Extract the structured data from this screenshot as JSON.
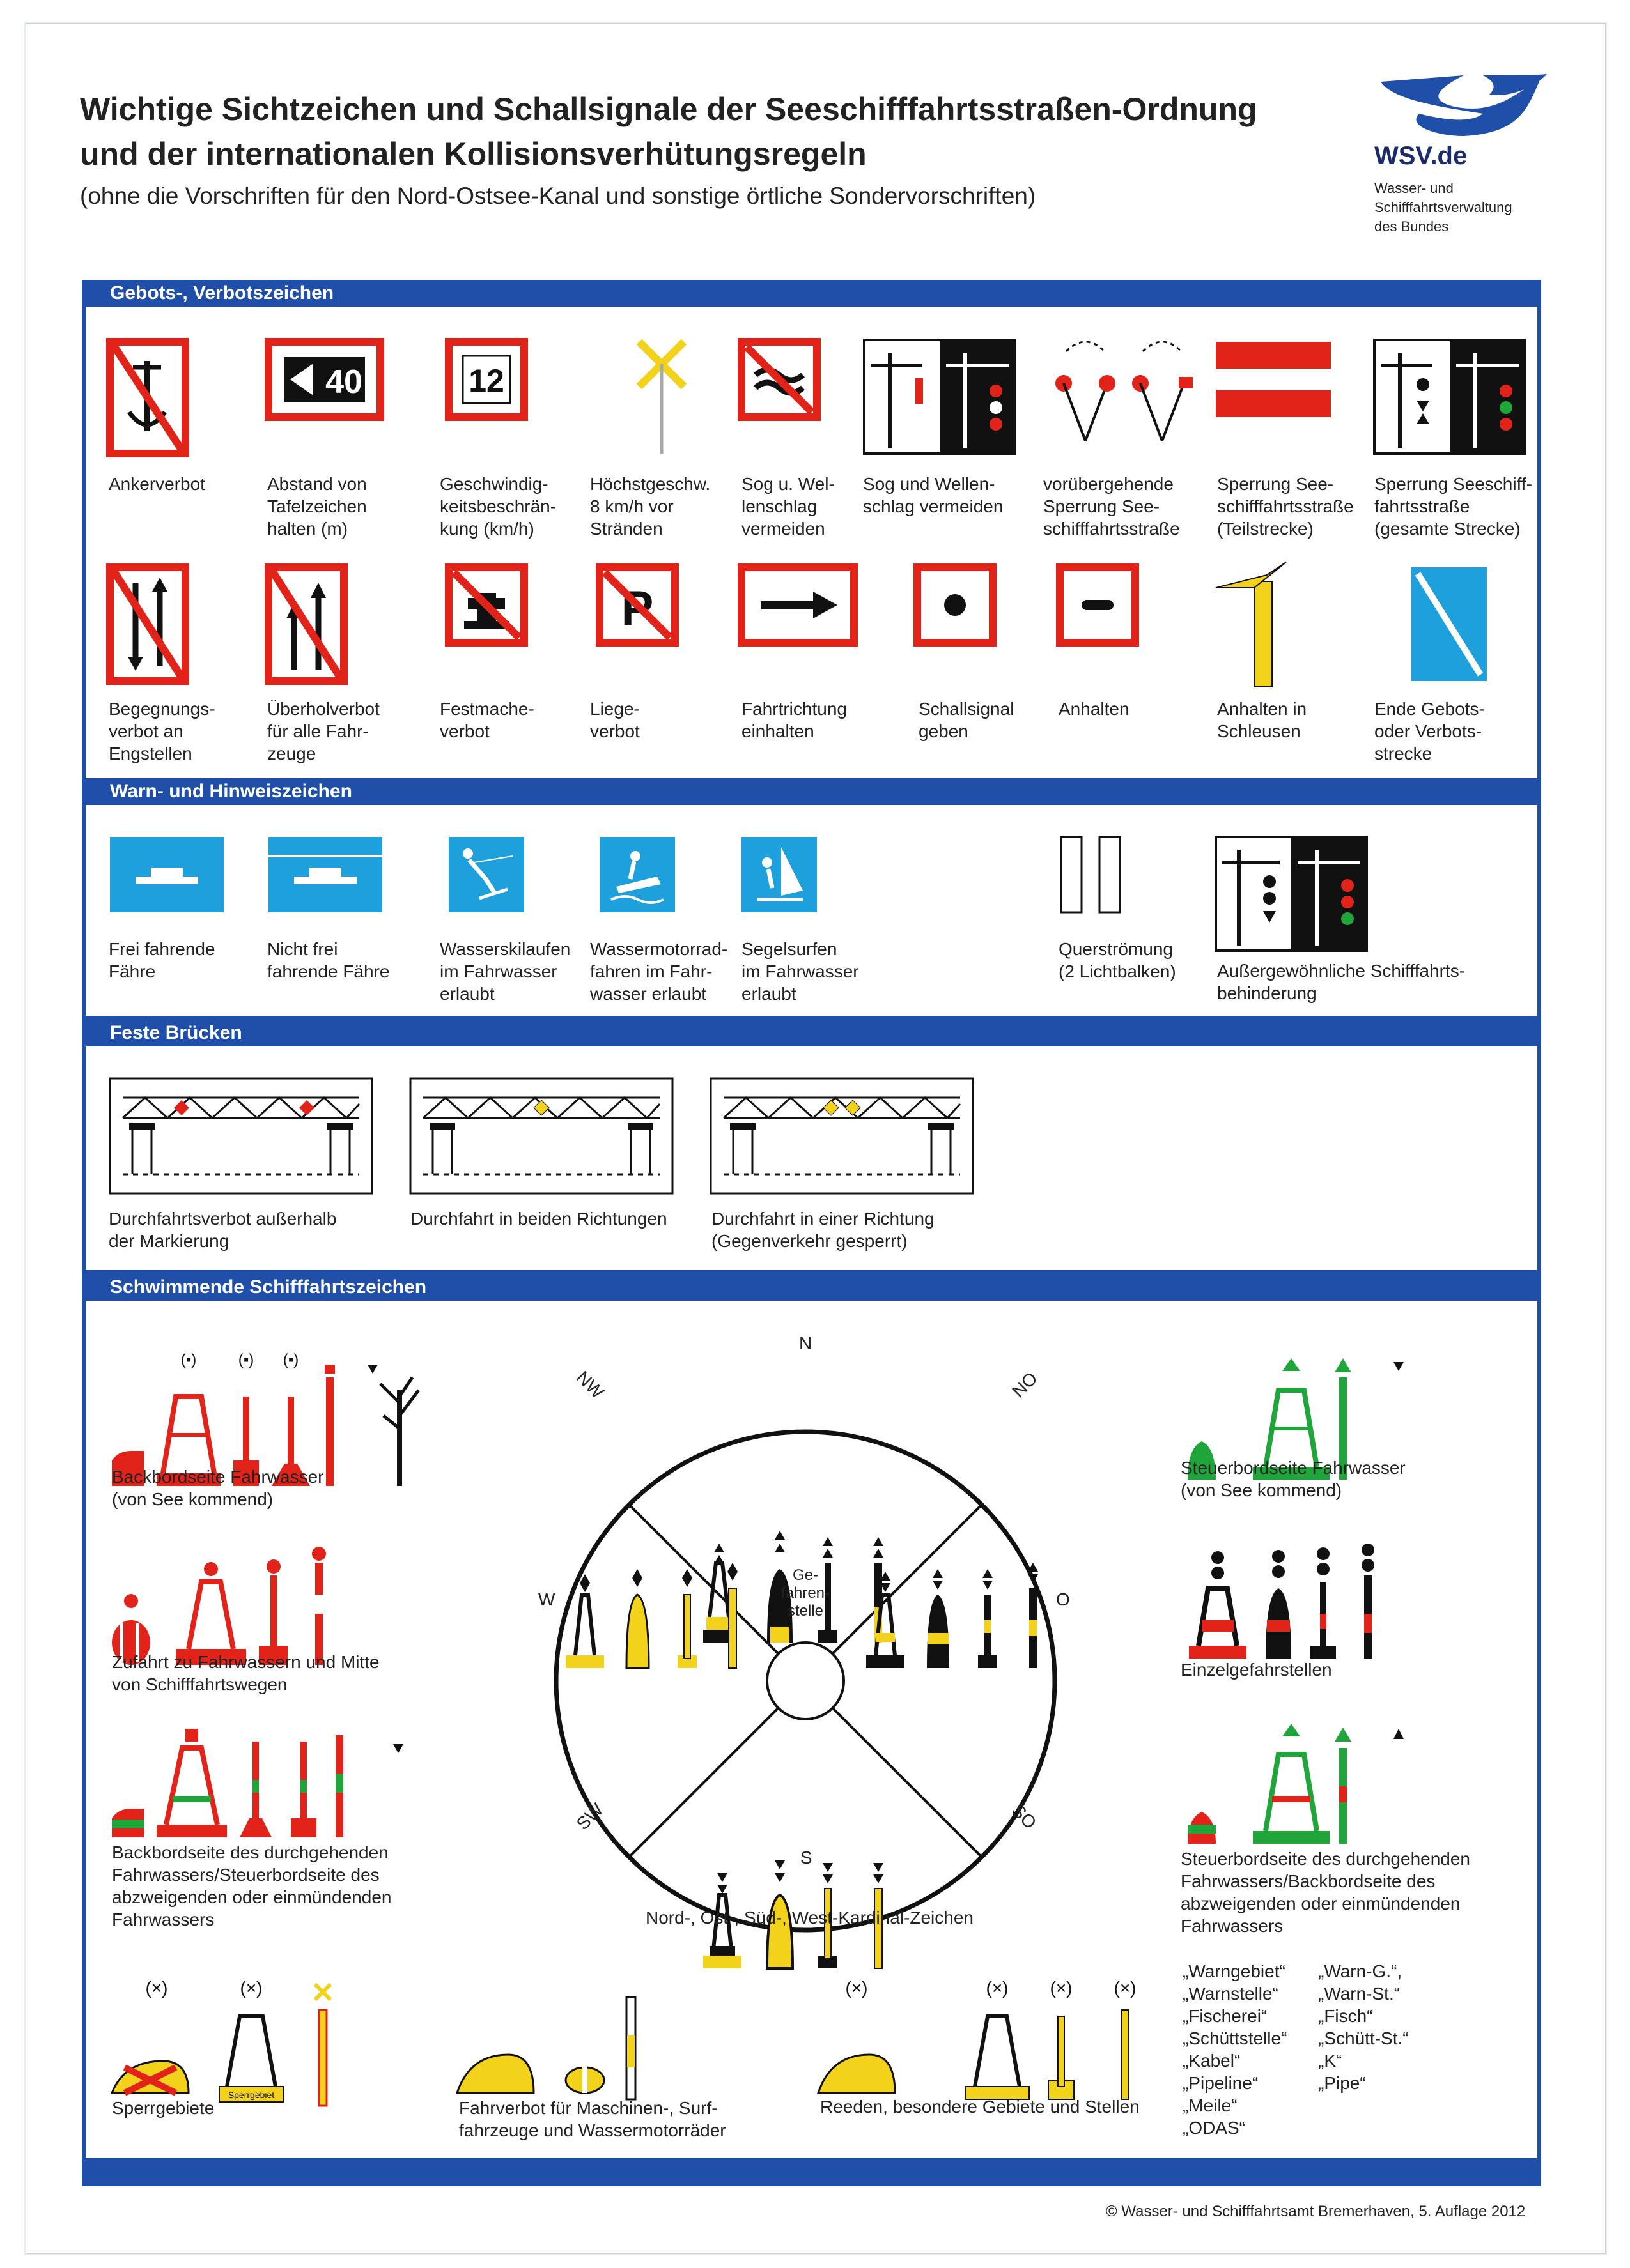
{
  "header": {
    "title_line1": "Wichtige Sichtzeichen und Schallsignale der Seeschifffahrtsstraßen-Ordnung",
    "title_line2": "und der internationalen Kollisionsverhütungsregeln",
    "subtitle": "(ohne die Vorschriften für den Nord-Ostsee-Kanal und sonstige örtliche Sondervorschriften)"
  },
  "logo": {
    "name": "WSV.de",
    "sub1": "Wasser- und",
    "sub2": "Schifffahrtsverwaltung",
    "sub3": "des Bundes"
  },
  "sections": {
    "gebots": "Gebots-, Verbotszeichen",
    "warn": "Warn- und Hinweiszeichen",
    "bruecken": "Feste Brücken",
    "schwimm": "Schwimmende Schifffahrtszeichen"
  },
  "gebots_row1": [
    {
      "l1": "Ankerverbot",
      "l2": "",
      "l3": ""
    },
    {
      "l1": "Abstand von",
      "l2": "Tafelzeichen",
      "l3": "halten (m)"
    },
    {
      "l1": "Geschwindig-",
      "l2": "keitsbeschrän-",
      "l3": "kung (km/h)"
    },
    {
      "l1": "Höchstgeschw.",
      "l2": "8 km/h vor",
      "l3": "Stränden"
    },
    {
      "l1": "Sog u. Wel-",
      "l2": "lenschlag",
      "l3": "vermeiden"
    },
    {
      "l1": "Sog und Wellen-",
      "l2": "schlag vermeiden",
      "l3": ""
    },
    {
      "l1": "vorübergehende",
      "l2": "Sperrung See-",
      "l3": "schifffahrtsstraße"
    },
    {
      "l1": "Sperrung See-",
      "l2": "schifffahrtsstraße",
      "l3": "(Teilstrecke)"
    },
    {
      "l1": "Sperrung Seeschiff-",
      "l2": "fahrtsstraße",
      "l3": "(gesamte Strecke)"
    }
  ],
  "gebots_row2": [
    {
      "l1": "Begegnungs-",
      "l2": "verbot an",
      "l3": "Engstellen"
    },
    {
      "l1": "Überholverbot",
      "l2": "für alle Fahr-",
      "l3": "zeuge"
    },
    {
      "l1": "Festmache-",
      "l2": "verbot",
      "l3": ""
    },
    {
      "l1": "Liege-",
      "l2": "verbot",
      "l3": ""
    },
    {
      "l1": "Fahrtrichtung",
      "l2": "einhalten",
      "l3": ""
    },
    {
      "l1": "Schallsignal",
      "l2": "geben",
      "l3": ""
    },
    {
      "l1": "Anhalten",
      "l2": "",
      "l3": ""
    },
    {
      "l1": "Anhalten in",
      "l2": "Schleusen",
      "l3": ""
    },
    {
      "l1": "Ende Gebots-",
      "l2": "oder Verbots-",
      "l3": "strecke"
    }
  ],
  "sign_text": {
    "speed40": "40",
    "speed12": "12",
    "parking": "P"
  },
  "warn_items": [
    {
      "l1": "Frei fahrende",
      "l2": "Fähre",
      "l3": ""
    },
    {
      "l1": "Nicht frei",
      "l2": "fahrende Fähre",
      "l3": ""
    },
    {
      "l1": "Wasserskilaufen",
      "l2": "im Fahrwasser",
      "l3": "erlaubt"
    },
    {
      "l1": "Wassermotorrad-",
      "l2": "fahren im Fahr-",
      "l3": "wasser erlaubt"
    },
    {
      "l1": "Segelsurfen",
      "l2": "im Fahrwasser",
      "l3": "erlaubt"
    },
    {
      "l1": "Querströmung",
      "l2": "(2 Lichtbalken)",
      "l3": ""
    },
    {
      "l1": "Außergewöhnliche Schifffahrts-",
      "l2": "behinderung",
      "l3": ""
    }
  ],
  "bridges": [
    {
      "l1": "Durchfahrtsverbot außerhalb",
      "l2": "der Markierung"
    },
    {
      "l1": "Durchfahrt in beiden Richtungen",
      "l2": ""
    },
    {
      "l1": "Durchfahrt in einer Richtung",
      "l2": "(Gegenverkehr gesperrt)"
    }
  ],
  "floating": {
    "backbord": {
      "l1": "Backbordseite Fahrwasser",
      "l2": "(von See kommend)"
    },
    "zufahrt": {
      "l1": "Zufahrt zu Fahrwassern und Mitte",
      "l2": "von Schifffahrtswegen"
    },
    "backbord_durch": {
      "l1": "Backbordseite des durchgehenden",
      "l2": "Fahrwassers/Steuerbordseite des",
      "l3": "abzweigenden oder einmündenden",
      "l4": "Fahrwassers"
    },
    "steuerbord": {
      "l1": "Steuerbordseite Fahrwasser",
      "l2": "(von See kommend)"
    },
    "einzel": {
      "l1": "Einzelgefahrstellen"
    },
    "steuerbord_durch": {
      "l1": "Steuerbordseite des durchgehenden",
      "l2": "Fahrwassers/Backbordseite des",
      "l3": "abzweigenden oder einmündenden",
      "l4": "Fahrwassers"
    },
    "kardinal": "Nord-, Ost-, Süd-, West-Kardinal-Zeichen",
    "gefahren1": "Ge-",
    "gefahren2": "fahren-",
    "gefahren3": "stelle",
    "compass": {
      "n": "N",
      "no": "NO",
      "o": "O",
      "so": "SO",
      "s": "S",
      "sw": "SW",
      "w": "W",
      "nw": "NW"
    },
    "sperr": "Sperrgebiete",
    "sperr_tag": "Sperrgebiet",
    "fahrverbot": {
      "l1": "Fahrverbot für Maschinen-, Surf-",
      "l2": "fahrzeuge und Wassermotorräder"
    },
    "reeden": "Reeden, besondere Gebiete und Stellen"
  },
  "aufschriften_left": [
    "„Warngebiet“",
    "„Warnstelle“",
    "„Fischerei“",
    "„Schüttstelle“",
    "„Kabel“",
    "„Pipeline“",
    "„Meile“",
    "„ODAS“"
  ],
  "aufschriften_right": [
    "„Warn-G.“,",
    "„Warn-St.“",
    "„Fisch“",
    "„Schütt-St.“",
    "„K“",
    "„Pipe“"
  ],
  "footer": "© Wasser- und Schifffahrtsamt Bremerhaven, 5. Auflage 2012",
  "colors": {
    "blue": "#1f4fa8",
    "red": "#e2231a",
    "green": "#1fa53a",
    "yellow": "#f2d21b",
    "sign_blue": "#1ea0dc"
  }
}
